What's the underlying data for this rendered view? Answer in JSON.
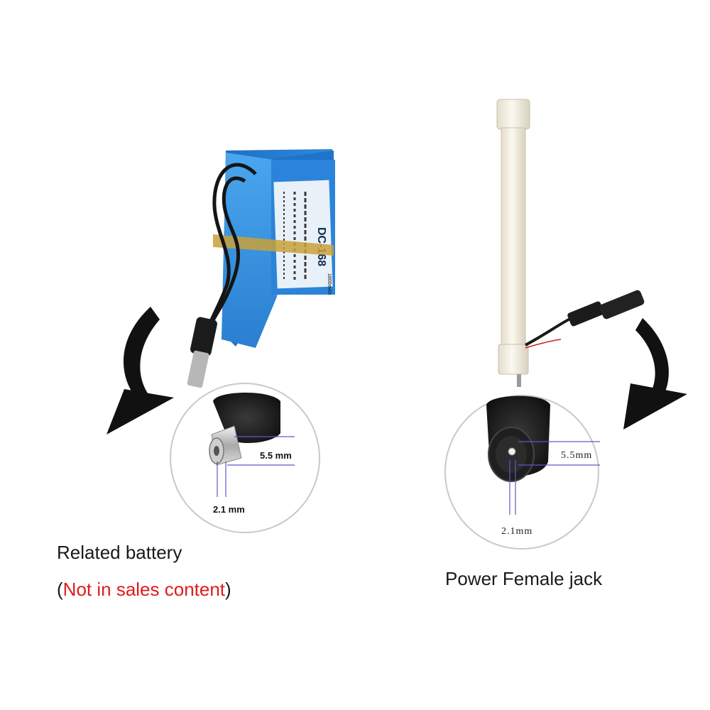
{
  "left": {
    "caption": "Related battery",
    "note_open": "(",
    "note_text": "Not in sales content",
    "note_close": ")",
    "battery_model": "DC-168",
    "battery_capacity": "1800mAh",
    "dim_outer": "5.5 mm",
    "dim_inner": "2.1 mm"
  },
  "right": {
    "caption": "Power Female jack",
    "dim_outer": "5.5mm",
    "dim_inner": "2.1mm"
  },
  "colors": {
    "battery_blue": "#2f86d6",
    "note_red": "#e01b1b",
    "tube_white": "#f3efe4",
    "arrow_black": "#111111",
    "dimension_line": "#5a5ad0"
  }
}
